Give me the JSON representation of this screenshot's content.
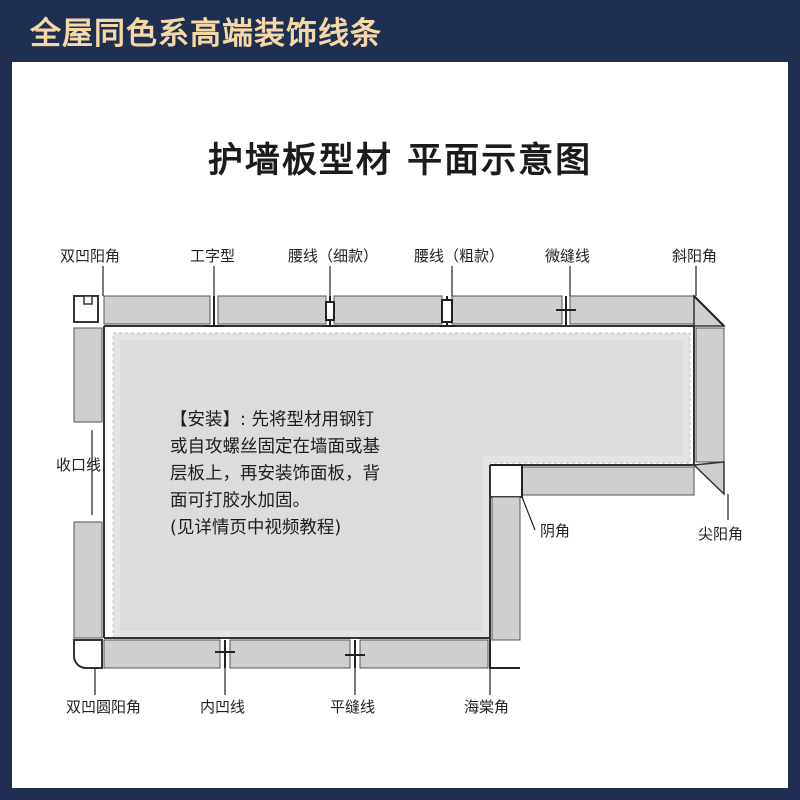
{
  "banner": {
    "title": "全屋同色系高端装饰线条"
  },
  "heading": "护墙板型材   平面示意图",
  "labels": {
    "double_concave_corner": "双凹阳角",
    "i_profile": "工字型",
    "waist_thin": "腰线（细款）",
    "waist_thick": "腰线（粗款）",
    "micro_seam": "微缝线",
    "bevel_corner": "斜阳角",
    "edge_trim": "收口线",
    "inner_corner": "阴角",
    "sharp_corner": "尖阳角",
    "double_concave_round_corner": "双凹圆阳角",
    "inner_concave": "内凹线",
    "flat_seam": "平缝线",
    "begonia_corner": "海棠角"
  },
  "note": {
    "line1": "【安装】: 先将型材用钢钉",
    "line2": "或自攻螺丝固定在墙面或基",
    "line3": "层板上，再安装饰面板，背",
    "line4": "面可打胶水加固。",
    "line5": "(见详情页中视频教程)"
  },
  "colors": {
    "frame": "#1f2f52",
    "title_gold": "#f4d9a6",
    "panel": "#cfcfcf",
    "wall": "#e3e3e3"
  }
}
